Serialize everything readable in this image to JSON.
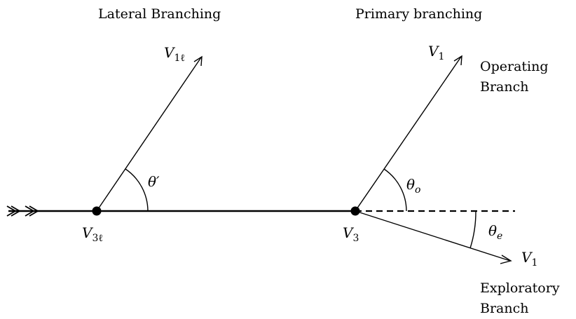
{
  "titles": {
    "lateral": "Lateral Branching",
    "primary": "Primary branching"
  },
  "labels": {
    "v1l": {
      "base": "V",
      "sub": "1ℓ"
    },
    "v3l": {
      "base": "V",
      "sub": "3ℓ"
    },
    "v1_operating": {
      "base": "V",
      "sub": "1"
    },
    "v1_exploratory": {
      "base": "V",
      "sub": "1"
    },
    "v3": {
      "base": "V",
      "sub": "3"
    },
    "theta_prime": "θ′",
    "theta_o": {
      "base": "θ",
      "sub": "o"
    },
    "theta_e": {
      "base": "θ",
      "sub": "e"
    }
  },
  "branches": {
    "operating": [
      "Operating",
      "Branch"
    ],
    "exploratory": [
      "Exploratory",
      "Branch"
    ]
  }
}
